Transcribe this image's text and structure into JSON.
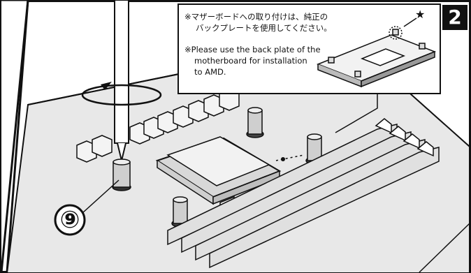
{
  "callout": {
    "jp_line_1": "※マザーボードへの取り付けは、純正の",
    "jp_line_2": "バックプレートを使用してください。",
    "en_line_1": "※Please use the back plate of the",
    "en_line_2": "motherboard for installation",
    "en_line_3": "to AMD."
  },
  "step_number": "2",
  "part_number": "⑨",
  "star_mark": "★",
  "icons": [
    "rotation-arrow-icon",
    "star-icon"
  ]
}
